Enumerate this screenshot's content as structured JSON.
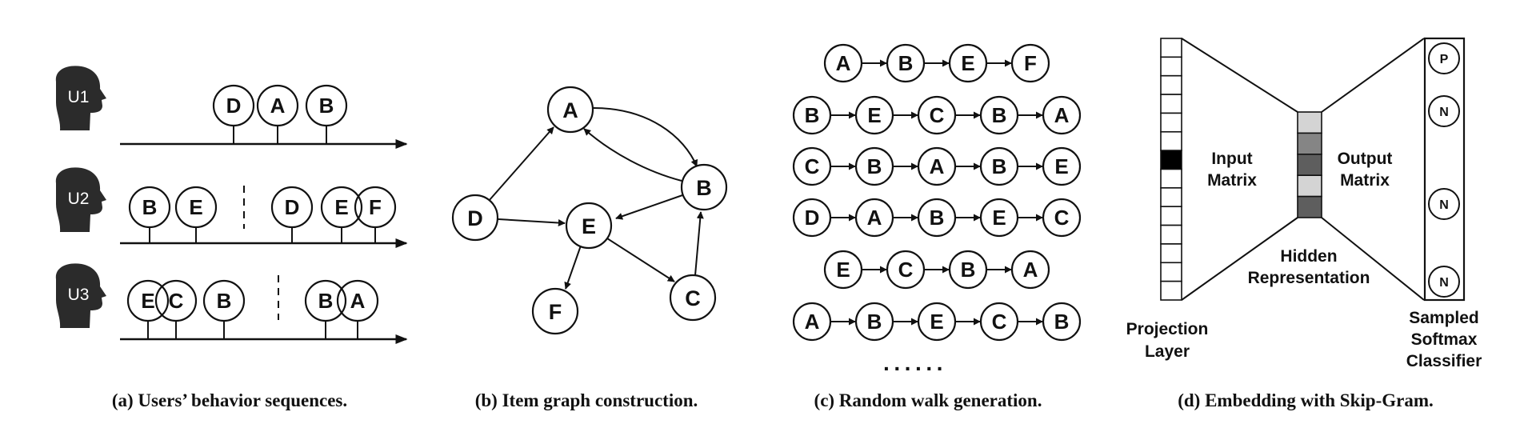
{
  "panel_a": {
    "users": [
      {
        "label": "U1",
        "groups": [
          [
            "D",
            "A",
            "B"
          ]
        ]
      },
      {
        "label": "U2",
        "groups": [
          [
            "B",
            "E"
          ],
          [
            "D",
            "E",
            "F"
          ]
        ]
      },
      {
        "label": "U3",
        "groups": [
          [
            "E",
            "C",
            "B"
          ],
          [
            "B",
            "A"
          ]
        ]
      }
    ],
    "caption": "(a) Users’ behavior sequences."
  },
  "panel_b": {
    "nodes": [
      "A",
      "B",
      "D",
      "E",
      "F",
      "C"
    ],
    "edges": [
      [
        "D",
        "A"
      ],
      [
        "D",
        "E"
      ],
      [
        "A",
        "B"
      ],
      [
        "B",
        "A"
      ],
      [
        "B",
        "E"
      ],
      [
        "E",
        "F"
      ],
      [
        "E",
        "C"
      ],
      [
        "C",
        "B"
      ]
    ],
    "caption": "(b) Item graph construction."
  },
  "panel_c": {
    "walks": [
      [
        "A",
        "B",
        "E",
        "F"
      ],
      [
        "B",
        "E",
        "C",
        "B",
        "A"
      ],
      [
        "C",
        "B",
        "A",
        "B",
        "E"
      ],
      [
        "D",
        "A",
        "B",
        "E",
        "C"
      ],
      [
        "E",
        "C",
        "B",
        "A"
      ],
      [
        "A",
        "B",
        "E",
        "C",
        "B"
      ]
    ],
    "ellipsis": "······",
    "caption": "(c) Random walk generation."
  },
  "panel_d": {
    "input_label_1": "Input",
    "input_label_2": "Matrix",
    "output_label_1": "Output",
    "output_label_2": "Matrix",
    "hidden_label_1": "Hidden",
    "hidden_label_2": "Representation",
    "projection_label_1": "Projection",
    "projection_label_2": "Layer",
    "classifier_label_1": "Sampled",
    "classifier_label_2": "Softmax",
    "classifier_label_3": "Classifier",
    "output_nodes": [
      "P",
      "N",
      "N",
      "N"
    ],
    "hidden_cell_colors": [
      "#d4d4d4",
      "#858585",
      "#5e5e5e",
      "#d4d4d4",
      "#5e5e5e"
    ],
    "caption": "(d) Embedding with Skip-Gram."
  }
}
